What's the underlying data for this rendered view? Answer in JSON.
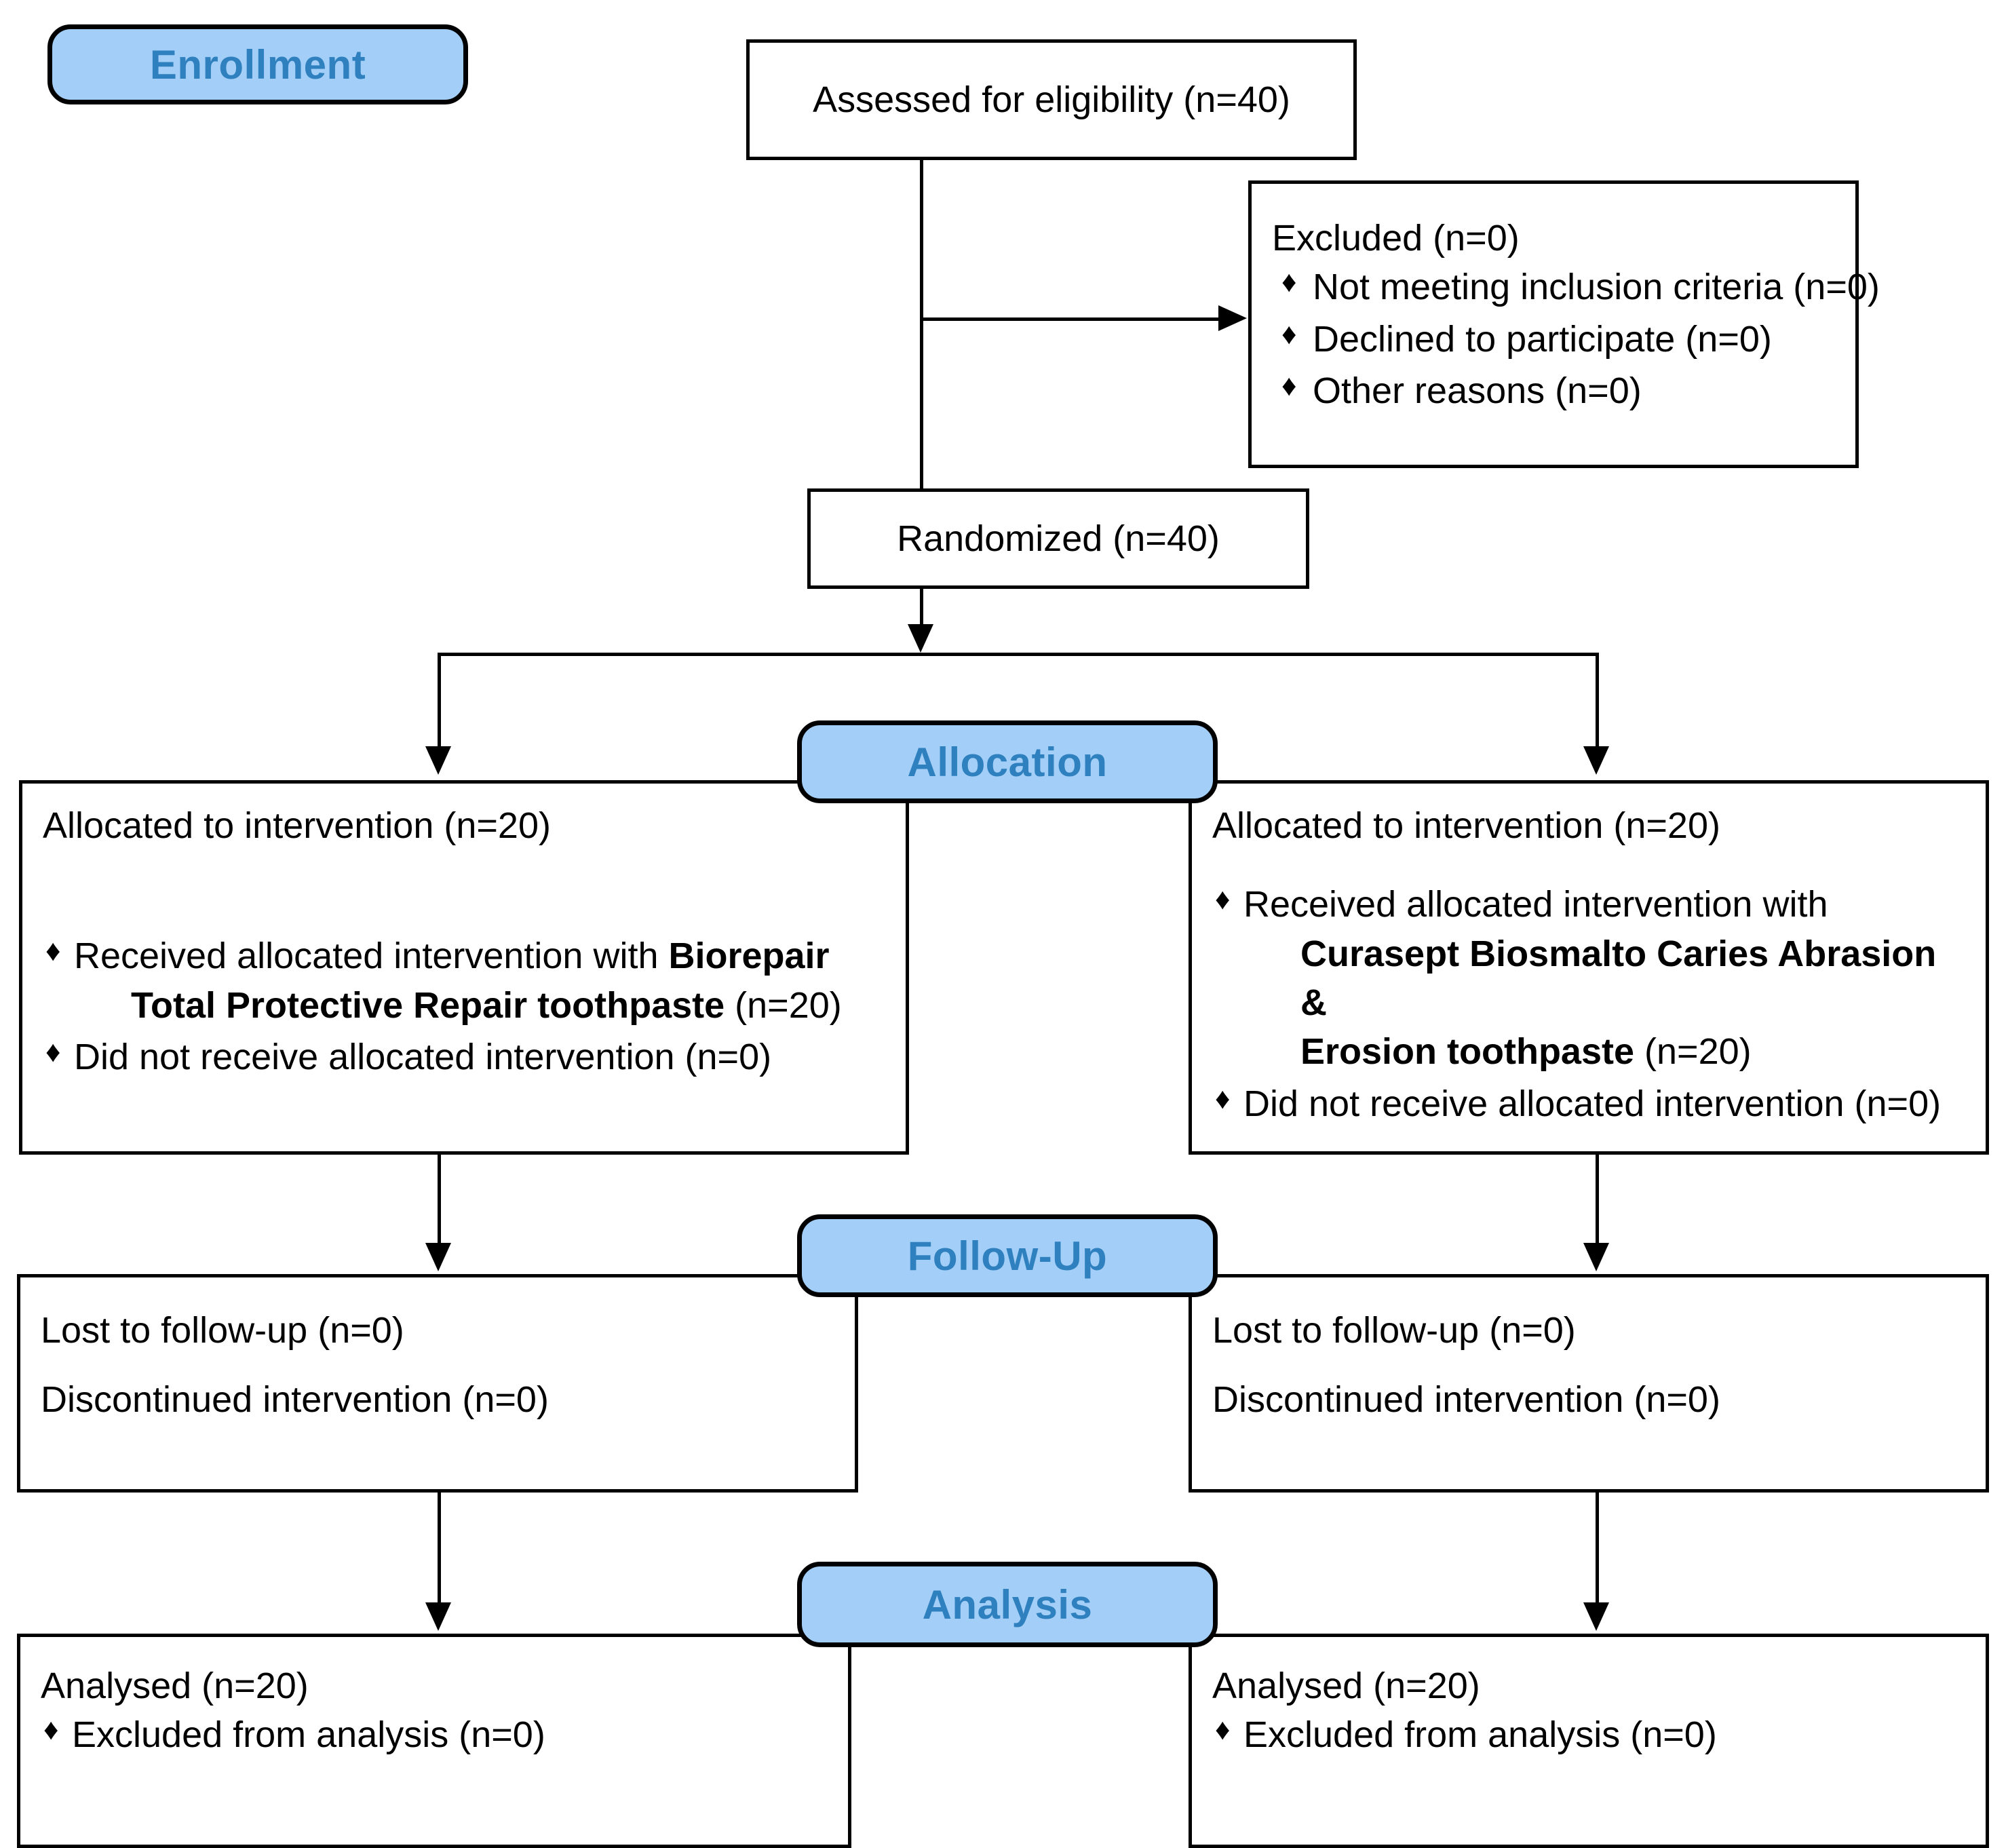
{
  "diagram": {
    "title": "CONSORT participant flow diagram",
    "accent_color": "#A3CEF7",
    "accent_text_color": "#2E80BE",
    "line_color": "#000000"
  },
  "phases": {
    "enrollment": "Enrollment",
    "allocation": "Allocation",
    "follow_up": "Follow-Up",
    "analysis": "Analysis"
  },
  "enrollment": {
    "assessed": "Assessed for eligibility (n=40)",
    "excluded_title": "Excluded (n=0)",
    "excluded_reasons": [
      "Not meeting inclusion criteria (n=0)",
      "Declined to participate (n=0)",
      "Other reasons (n=0)"
    ],
    "randomized": "Randomized (n=40)"
  },
  "allocation": {
    "left": {
      "heading": "Allocated to intervention (n=20)",
      "received_prefix": "Received allocated intervention with ",
      "received_product": "Biorepair Total Protective Repair toothpaste",
      "received_product_line1": "Biorepair",
      "received_product_line2": "Total Protective Repair toothpaste",
      "received_suffix": " (n=20)",
      "not_received": "Did not receive allocated intervention (n=0)"
    },
    "right": {
      "heading": "Allocated to intervention (n=20)",
      "received_prefix": "Received allocated intervention with",
      "received_product": "Curasept Biosmalto Caries Abrasion & Erosion toothpaste",
      "received_product_line1": "Curasept Biosmalto Caries Abrasion &",
      "received_product_line2": "Erosion toothpaste",
      "received_suffix": " (n=20)",
      "not_received": "Did not receive allocated intervention (n=0)"
    }
  },
  "follow_up": {
    "left": {
      "lost": "Lost to follow-up (n=0)",
      "discontinued": "Discontinued intervention (n=0)"
    },
    "right": {
      "lost": "Lost to follow-up (n=0)",
      "discontinued": "Discontinued intervention (n=0)"
    }
  },
  "analysis": {
    "left": {
      "analysed": "Analysed (n=20)",
      "excluded": "Excluded from analysis (n=0)"
    },
    "right": {
      "analysed": "Analysed (n=20)",
      "excluded": "Excluded from analysis (n=0)"
    }
  },
  "symbols": {
    "diamond_bullet": "♦"
  }
}
